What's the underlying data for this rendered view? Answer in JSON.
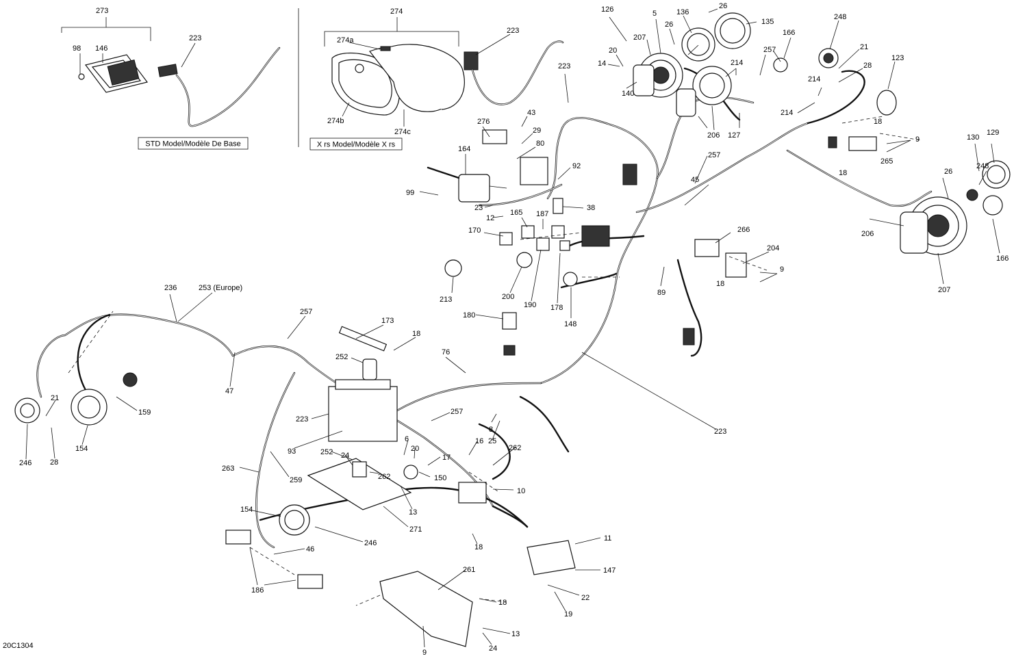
{
  "diagram_id": "20C1304",
  "model_std": "STD Model/Modèle De Base",
  "model_xrs": "X rs Model/Modèle X rs",
  "callouts": [
    {
      "id": "c273",
      "label": "273"
    },
    {
      "id": "c98",
      "label": "98"
    },
    {
      "id": "c146",
      "label": "146"
    },
    {
      "id": "c223a",
      "label": "223"
    },
    {
      "id": "c274",
      "label": "274"
    },
    {
      "id": "c274a",
      "label": "274a"
    },
    {
      "id": "c274b",
      "label": "274b"
    },
    {
      "id": "c274c",
      "label": "274c"
    },
    {
      "id": "c223b",
      "label": "223"
    },
    {
      "id": "c126",
      "label": "126"
    },
    {
      "id": "c5",
      "label": "5"
    },
    {
      "id": "c136",
      "label": "136"
    },
    {
      "id": "c26a",
      "label": "26"
    },
    {
      "id": "c135",
      "label": "135"
    },
    {
      "id": "c207a",
      "label": "207"
    },
    {
      "id": "c26b",
      "label": "26"
    },
    {
      "id": "c20a",
      "label": "20"
    },
    {
      "id": "c14",
      "label": "14"
    },
    {
      "id": "c140",
      "label": "140"
    },
    {
      "id": "c214a",
      "label": "214"
    },
    {
      "id": "c257a",
      "label": "257"
    },
    {
      "id": "c166a",
      "label": "166"
    },
    {
      "id": "c248a",
      "label": "248"
    },
    {
      "id": "c21a",
      "label": "21"
    },
    {
      "id": "c28a",
      "label": "28"
    },
    {
      "id": "c123",
      "label": "123"
    },
    {
      "id": "c214b",
      "label": "214"
    },
    {
      "id": "c214c",
      "label": "214"
    },
    {
      "id": "c206a",
      "label": "206"
    },
    {
      "id": "c127",
      "label": "127"
    },
    {
      "id": "c223c",
      "label": "223"
    },
    {
      "id": "c276",
      "label": "276"
    },
    {
      "id": "c43",
      "label": "43"
    },
    {
      "id": "c29",
      "label": "29"
    },
    {
      "id": "c80",
      "label": "80"
    },
    {
      "id": "c164",
      "label": "164"
    },
    {
      "id": "c92",
      "label": "92"
    },
    {
      "id": "c99",
      "label": "99"
    },
    {
      "id": "c23",
      "label": "23"
    },
    {
      "id": "c38",
      "label": "38"
    },
    {
      "id": "c12",
      "label": "12"
    },
    {
      "id": "c18a",
      "label": "18"
    },
    {
      "id": "c9a",
      "label": "9"
    },
    {
      "id": "c129",
      "label": "129"
    },
    {
      "id": "c130",
      "label": "130"
    },
    {
      "id": "c265",
      "label": "265"
    },
    {
      "id": "c18b",
      "label": "18"
    },
    {
      "id": "c257b",
      "label": "257"
    },
    {
      "id": "c45",
      "label": "45"
    },
    {
      "id": "c26c",
      "label": "26"
    },
    {
      "id": "c248b",
      "label": "248"
    },
    {
      "id": "c165",
      "label": "165"
    },
    {
      "id": "c187",
      "label": "187"
    },
    {
      "id": "c170",
      "label": "170"
    },
    {
      "id": "c266",
      "label": "266"
    },
    {
      "id": "c206b",
      "label": "206"
    },
    {
      "id": "c166b",
      "label": "166"
    },
    {
      "id": "c204",
      "label": "204"
    },
    {
      "id": "c9b",
      "label": "9"
    },
    {
      "id": "c18c",
      "label": "18"
    },
    {
      "id": "c207b",
      "label": "207"
    },
    {
      "id": "c89",
      "label": "89"
    },
    {
      "id": "c213",
      "label": "213"
    },
    {
      "id": "c200",
      "label": "200"
    },
    {
      "id": "c190",
      "label": "190"
    },
    {
      "id": "c178",
      "label": "178"
    },
    {
      "id": "c148",
      "label": "148"
    },
    {
      "id": "c236",
      "label": "236"
    },
    {
      "id": "c253",
      "label": "253 (Europe)"
    },
    {
      "id": "c257c",
      "label": "257"
    },
    {
      "id": "c180",
      "label": "180"
    },
    {
      "id": "c173",
      "label": "173"
    },
    {
      "id": "c18d",
      "label": "18"
    },
    {
      "id": "c76",
      "label": "76"
    },
    {
      "id": "c252a",
      "label": "252"
    },
    {
      "id": "c47",
      "label": "47"
    },
    {
      "id": "c21b",
      "label": "21"
    },
    {
      "id": "c159",
      "label": "159"
    },
    {
      "id": "c223d",
      "label": "223"
    },
    {
      "id": "c257d",
      "label": "257"
    },
    {
      "id": "c8",
      "label": "8"
    },
    {
      "id": "c25",
      "label": "25"
    },
    {
      "id": "c223e",
      "label": "223"
    },
    {
      "id": "c246a",
      "label": "246"
    },
    {
      "id": "c28b",
      "label": "28"
    },
    {
      "id": "c154a",
      "label": "154"
    },
    {
      "id": "c93",
      "label": "93"
    },
    {
      "id": "c6",
      "label": "6"
    },
    {
      "id": "c16",
      "label": "16"
    },
    {
      "id": "c262a",
      "label": "262"
    },
    {
      "id": "c252b",
      "label": "252"
    },
    {
      "id": "c24a",
      "label": "24"
    },
    {
      "id": "c20b",
      "label": "20"
    },
    {
      "id": "c17",
      "label": "17"
    },
    {
      "id": "c263",
      "label": "263"
    },
    {
      "id": "c259",
      "label": "259"
    },
    {
      "id": "c262b",
      "label": "262"
    },
    {
      "id": "c150",
      "label": "150"
    },
    {
      "id": "c10",
      "label": "10"
    },
    {
      "id": "c13a",
      "label": "13"
    },
    {
      "id": "c154b",
      "label": "154"
    },
    {
      "id": "c271",
      "label": "271"
    },
    {
      "id": "c246b",
      "label": "246"
    },
    {
      "id": "c18e",
      "label": "18"
    },
    {
      "id": "c11",
      "label": "11"
    },
    {
      "id": "c46",
      "label": "46"
    },
    {
      "id": "c147",
      "label": "147"
    },
    {
      "id": "c261",
      "label": "261"
    },
    {
      "id": "c186",
      "label": "186"
    },
    {
      "id": "c22",
      "label": "22"
    },
    {
      "id": "c18f",
      "label": "18"
    },
    {
      "id": "c19",
      "label": "19"
    },
    {
      "id": "c13b",
      "label": "13"
    },
    {
      "id": "c9c",
      "label": "9"
    },
    {
      "id": "c24b",
      "label": "24"
    }
  ]
}
